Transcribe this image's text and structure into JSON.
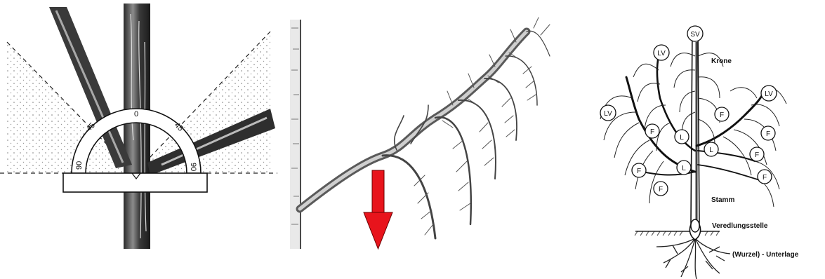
{
  "protractor": {
    "angle_labels": {
      "left_90": "90",
      "left_45": "45",
      "top_0": "0",
      "right_45": "45",
      "right_90": "90"
    }
  },
  "branch_figure": {
    "arrow_color": "#e8141c",
    "arrow_direction": "down"
  },
  "tree_figure": {
    "labels": {
      "sv": "SV",
      "krone": "Krone",
      "lv": "LV",
      "f": "F",
      "l": "L",
      "stamm": "Stamm",
      "veredlungsstelle": "Veredlungsstelle",
      "wurzel_unterlage": "(Wurzel) - Unterlage"
    }
  }
}
